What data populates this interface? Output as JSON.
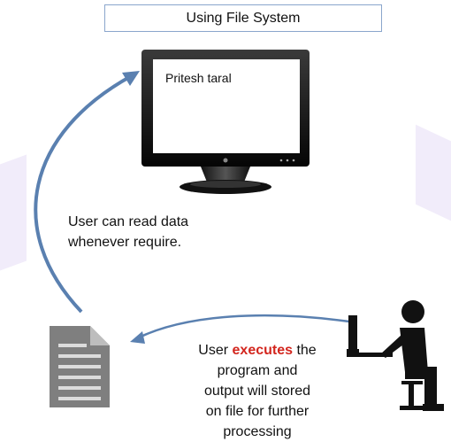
{
  "title": "Using File System",
  "monitor": {
    "screen_text": "Pritesh taral"
  },
  "captions": {
    "read": [
      "User can read data",
      "whenever require."
    ],
    "exec": {
      "prefix": "User ",
      "highlight": "executes",
      "suffix": " the",
      "lines": [
        "program and",
        "output will stored",
        "on file for further",
        "processing"
      ]
    }
  },
  "colors": {
    "arrow": "#5a80b0",
    "highlight": "#d3261e",
    "title_border": "#8aa6cc",
    "document": "#7f7f7f",
    "person": "#111111"
  },
  "icons": [
    "monitor-icon",
    "document-icon",
    "person-at-computer-icon",
    "curved-arrow-icon"
  ]
}
